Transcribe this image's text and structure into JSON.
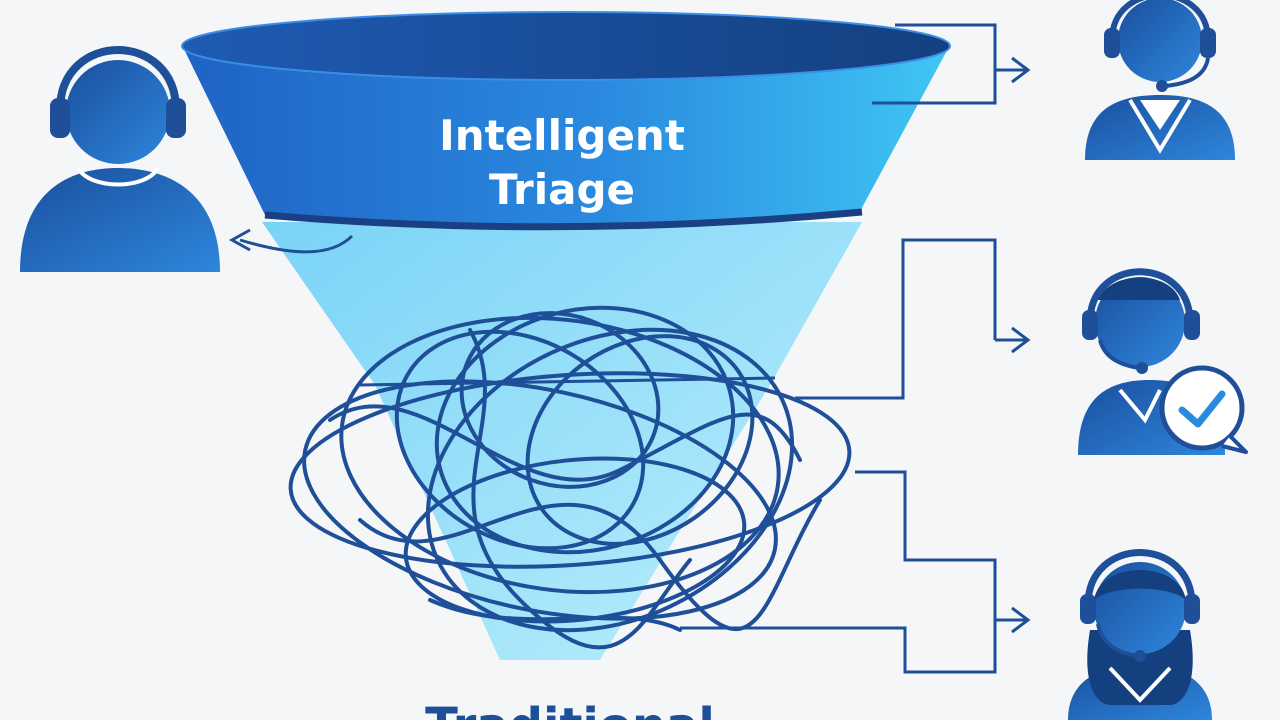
{
  "funnel": {
    "label_line1": "Intelligent",
    "label_line2": "Triage",
    "bottom_label": "Traditional"
  },
  "colors": {
    "background": "#f4f6f8",
    "dark_blue": "#1d4f9a",
    "mid_blue": "#2a75d6",
    "light_blue": "#35b8f0",
    "pale_blue": "#9ee4fb",
    "tangle": "#1e4f98"
  },
  "icons": {
    "caller": "headset-user-icon",
    "agent_top": "headset-agent-male-icon",
    "agent_middle": "headset-agent-checkmark-icon",
    "agent_bottom": "headset-agent-female-icon"
  }
}
